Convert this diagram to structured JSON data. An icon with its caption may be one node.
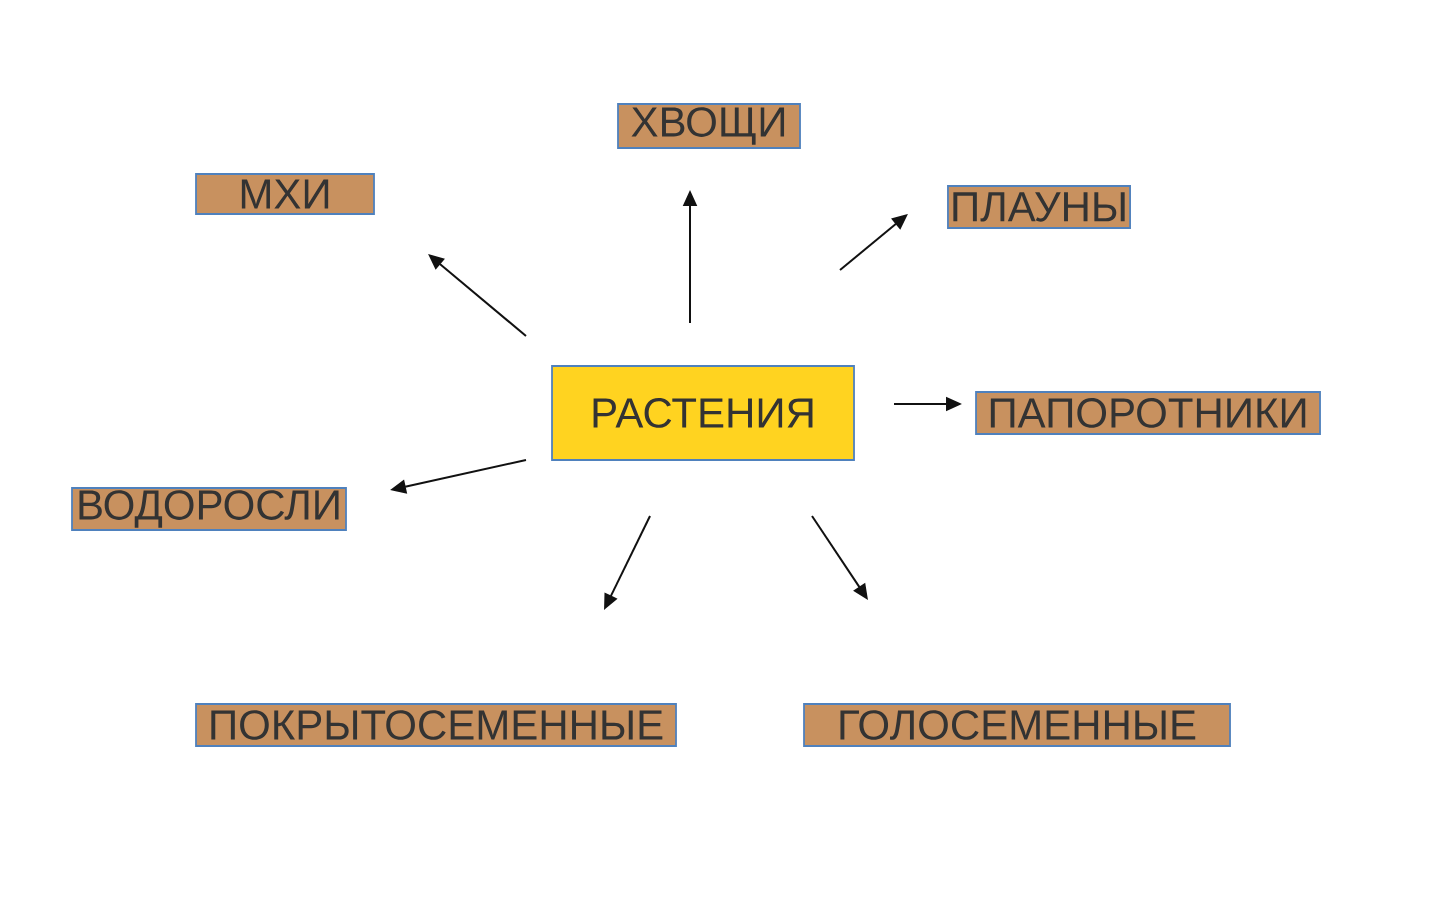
{
  "diagram": {
    "nodes": [
      {
        "text": [
          "ХВОЩИ"
        ]
      },
      {
        "text": [
          "МХИ"
        ]
      },
      {
        "text": [
          "ПЛАУНЫ"
        ]
      },
      {
        "text": [
          "РАСТЕНИЯ"
        ]
      },
      {
        "text": [
          "ПАПОРОТНИКИ"
        ]
      },
      {
        "text": [
          "ВОДОРОСЛИ"
        ]
      },
      {
        "text": [
          "ПОКРЫТОСЕМЕННЫЕ"
        ]
      },
      {
        "text": [
          "ГОЛОСЕМЕННЫЕ"
        ]
      }
    ],
    "edges": [
      {
        "from": 3,
        "to": 0,
        "arrow": "to"
      },
      {
        "from": 3,
        "to": 1,
        "arrow": "to"
      },
      {
        "from": 3,
        "to": 2,
        "arrow": "to"
      },
      {
        "from": 3,
        "to": 4,
        "arrow": "to"
      },
      {
        "from": 3,
        "to": 5,
        "arrow": "to"
      },
      {
        "from": 3,
        "to": 6,
        "arrow": "to"
      },
      {
        "from": 3,
        "to": 7,
        "arrow": "to"
      }
    ]
  }
}
